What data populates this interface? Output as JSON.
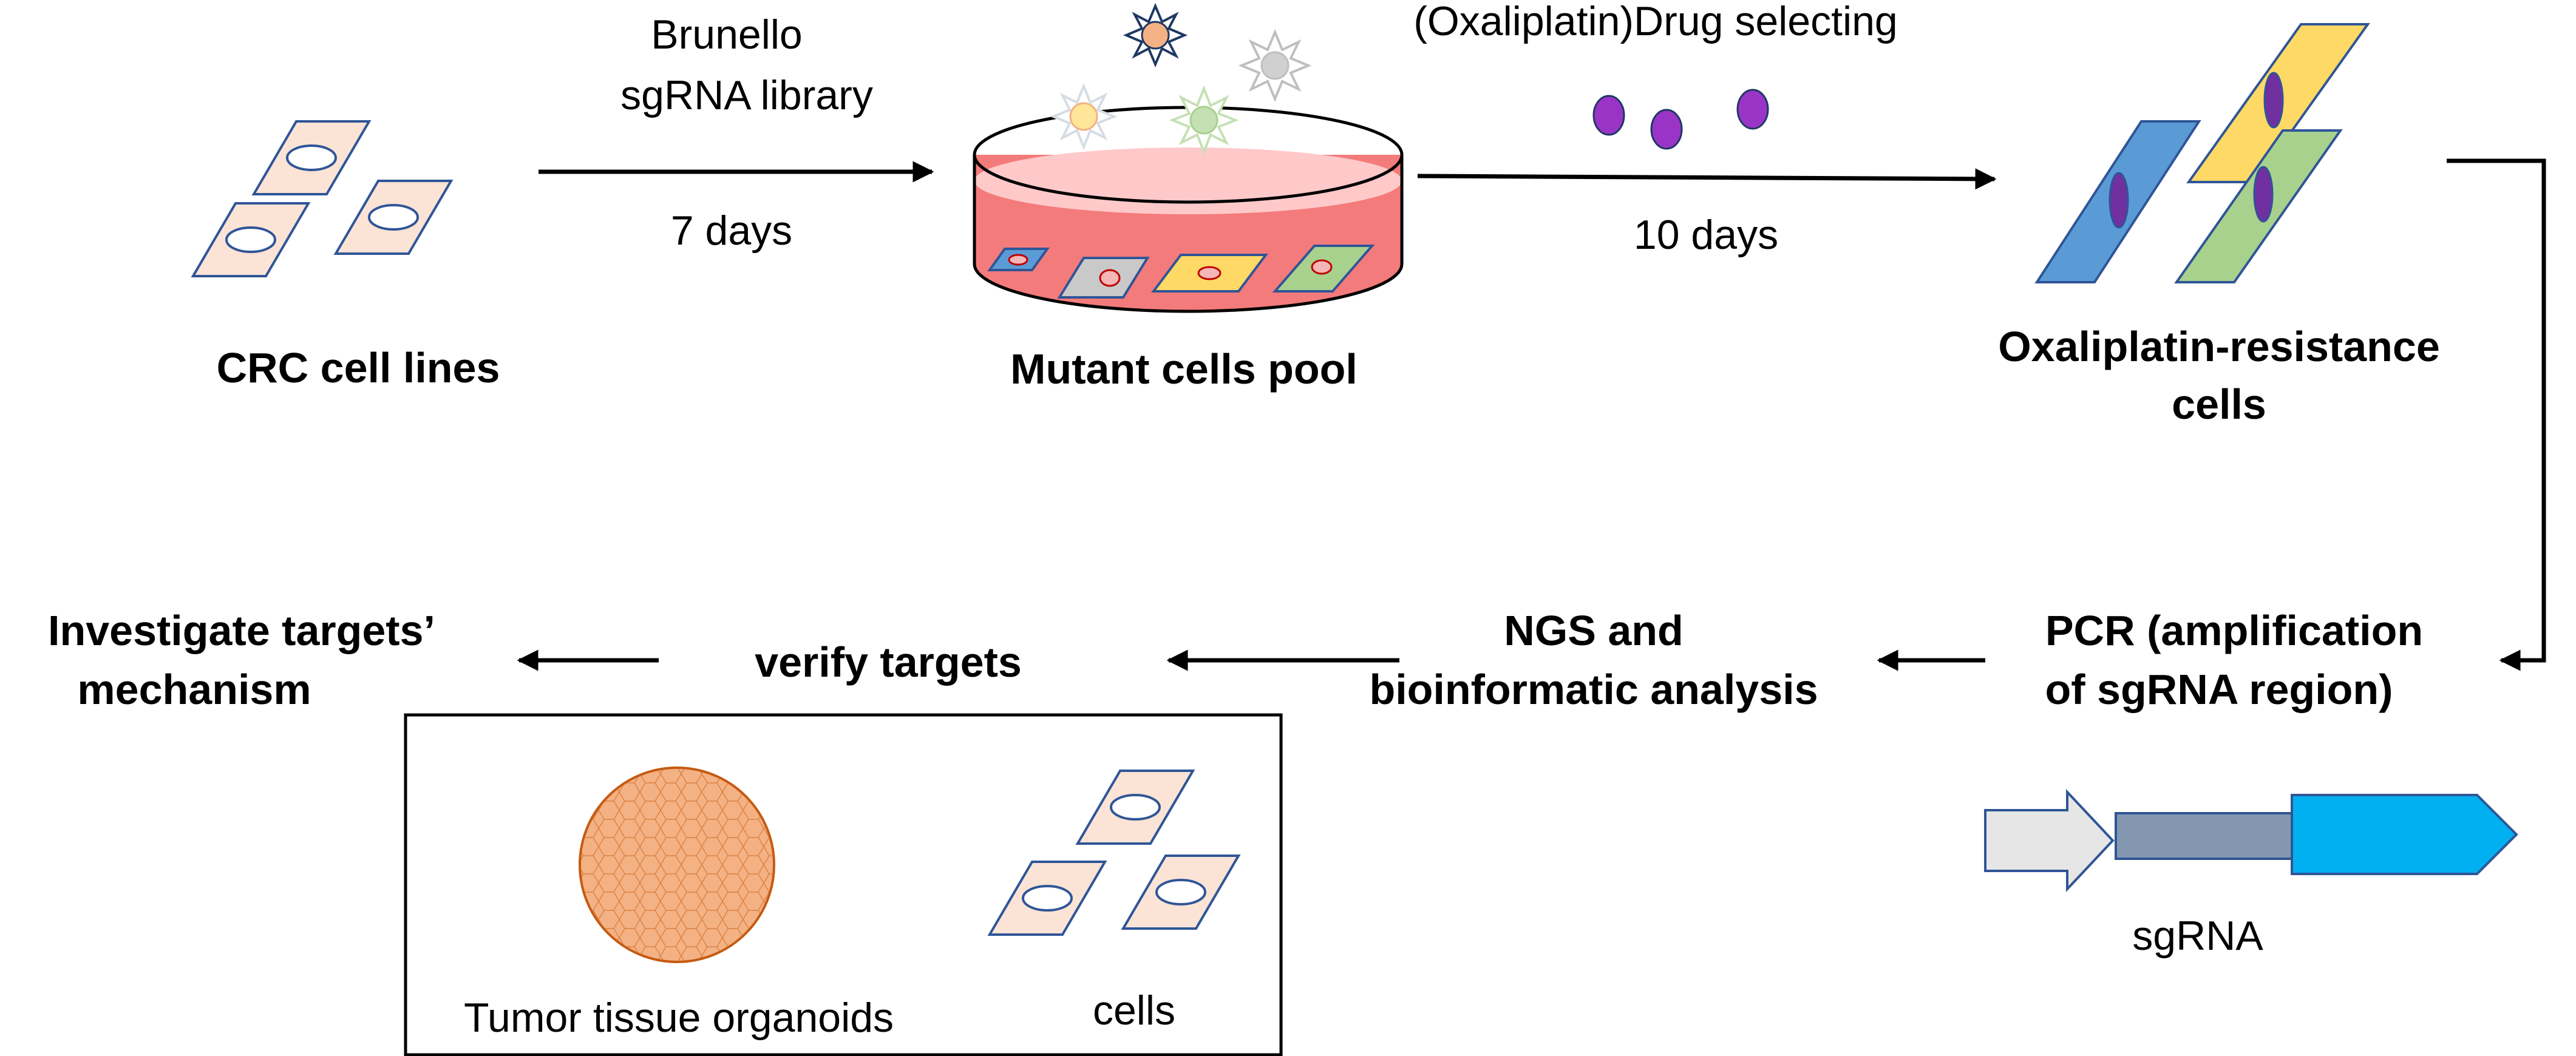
{
  "labels": {
    "crc_cell_lines": "CRC cell lines",
    "brunello_line1": "Brunello",
    "brunello_line2": "sgRNA library",
    "seven_days": "7 days",
    "mutant_cells_pool": "Mutant cells pool",
    "drug_selecting": "(Oxaliplatin)Drug selecting",
    "ten_days": "10 days",
    "resistance_line1": "Oxaliplatin-resistance",
    "resistance_line2": "cells",
    "pcr_line1": "PCR (amplification",
    "pcr_line2": "of sgRNA region)",
    "ngs_line1": "NGS and",
    "ngs_line2": "bioinformatic analysis",
    "verify_targets": "verify targets",
    "investigate_line1": "Investigate targets’",
    "investigate_line2": "mechanism",
    "organoids": "Tumor tissue organoids",
    "cells": "cells",
    "sgrna": "sgRNA"
  },
  "icons": {
    "cell": "cell-icon",
    "dish": "petri-dish-icon",
    "virus": "virus-icon",
    "drug": "drug-molecule-icon",
    "organoid": "organoid-icon",
    "construct": "sgrna-construct-icon"
  },
  "colors": {
    "cell_fill": "#fbe3d6",
    "cell_stroke": "#2f5597",
    "dish_medium": "#f47b7b",
    "dish_top": "#ffc9c9",
    "resistant_blue": "#5b9bd5",
    "resistant_yellow": "#ffd966",
    "resistant_green": "#a9d18e",
    "drug": "#9a34c7",
    "organoid": "#f4b183",
    "construct_gray": "#e7e6e6",
    "construct_slate": "#8497b0",
    "construct_cyan": "#00b0f0"
  }
}
